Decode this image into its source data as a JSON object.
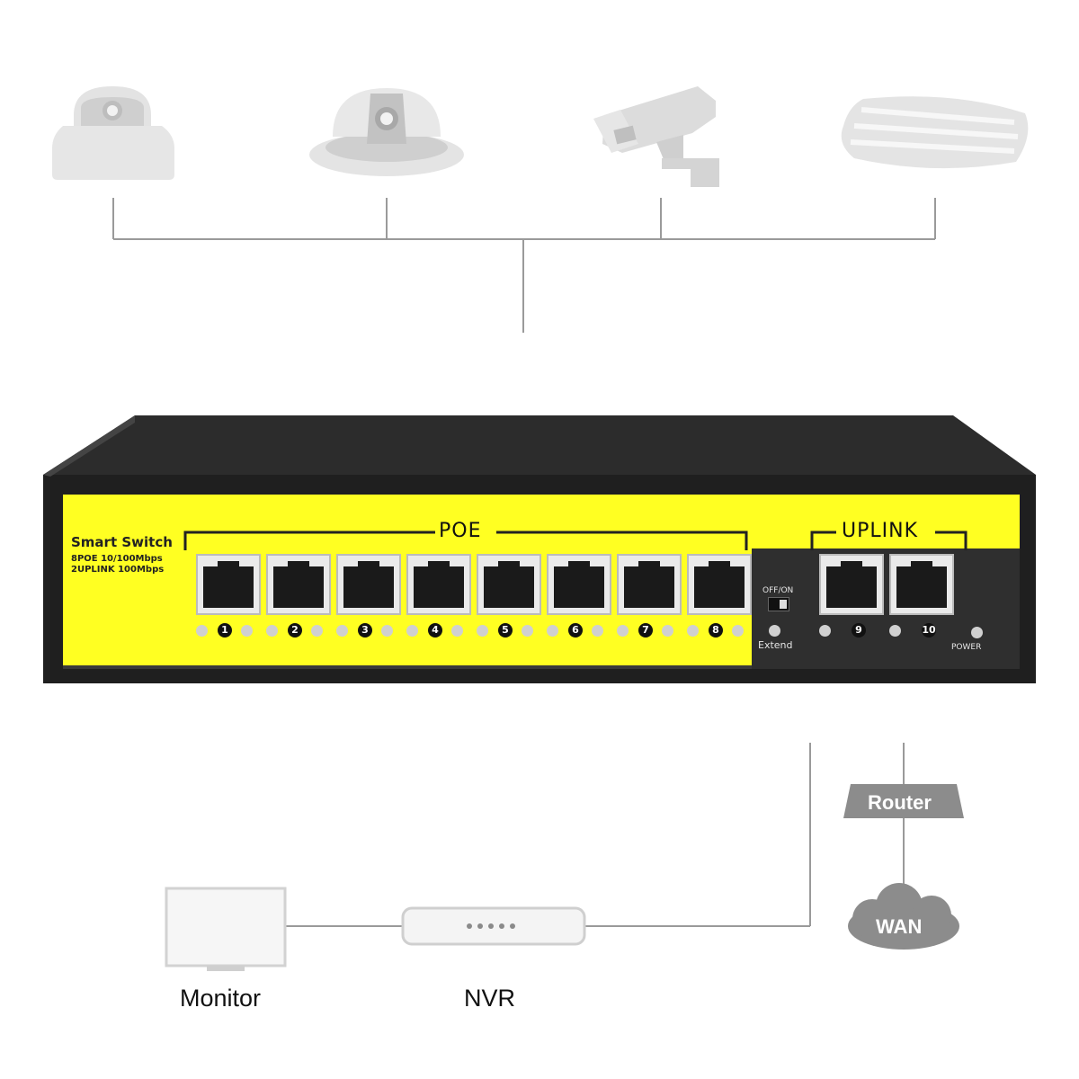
{
  "switch": {
    "brand": "Smart Switch",
    "spec_line_1": "8POE 10/100Mbps",
    "spec_line_2": "2UPLINK 100Mbps",
    "poe_group_label": "POE",
    "uplink_group_label": "UPLINK",
    "dip_label": "OFF/ON",
    "extend_label": "Extend",
    "power_label": "POWER",
    "poe_ports": [
      "1",
      "2",
      "3",
      "4",
      "5",
      "6",
      "7",
      "8"
    ],
    "uplink_ports": [
      "9",
      "10"
    ]
  },
  "devices_top": [
    "dome-camera-icon",
    "dome-camera-icon",
    "bullet-camera-icon",
    "access-point-icon"
  ],
  "network": {
    "router_label": "Router",
    "wan_label": "WAN",
    "monitor_label": "Monitor",
    "nvr_label": "NVR"
  },
  "colors": {
    "switch_body": "#1e1e1e",
    "front_panel_yellow": "#ffff22",
    "device_gray": "#d9d9d9",
    "badge_gray": "#8c8c8c",
    "line_gray": "#999999"
  }
}
